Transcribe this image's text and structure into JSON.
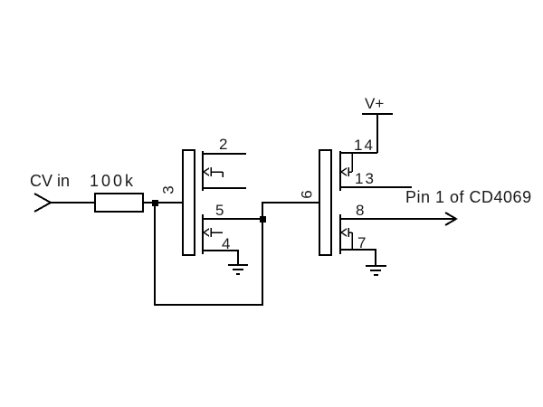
{
  "schematic": {
    "background_color": "#ffffff",
    "ink_color": "#000000",
    "input": {
      "signal_label": "CV in"
    },
    "resistor": {
      "value": "100k"
    },
    "power": {
      "rail_label": "V+"
    },
    "output": {
      "destination_label": "Pin 1 of CD4069"
    },
    "pins": {
      "gate1": "3",
      "pmos1_top": "2",
      "nmos1_top": "5",
      "nmos1_bottom": "4",
      "gate2": "6",
      "pmos2_top": "14",
      "pmos2_bottom": "13",
      "nmos2_top": "8",
      "nmos2_bottom": "7"
    }
  }
}
